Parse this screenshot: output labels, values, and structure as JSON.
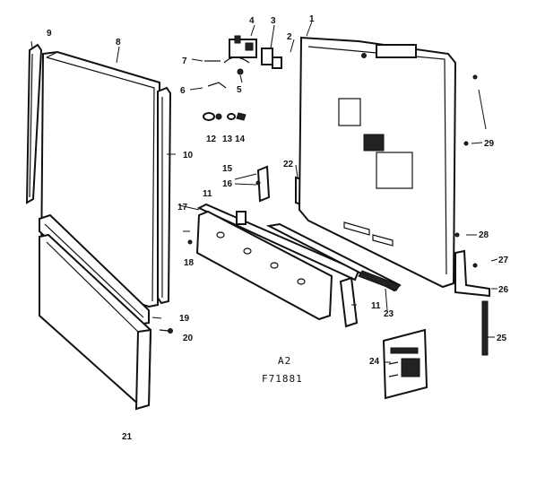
{
  "diagram": {
    "caption_line1": "A2",
    "caption_line2": "F71881",
    "callouts": [
      "1",
      "2",
      "3",
      "4",
      "5",
      "6",
      "7",
      "8",
      "9",
      "10",
      "11",
      "12",
      "13",
      "14",
      "15",
      "16",
      "17",
      "18",
      "19",
      "20",
      "21",
      "22",
      "23",
      "24",
      "25",
      "26",
      "27",
      "28",
      "29"
    ]
  }
}
